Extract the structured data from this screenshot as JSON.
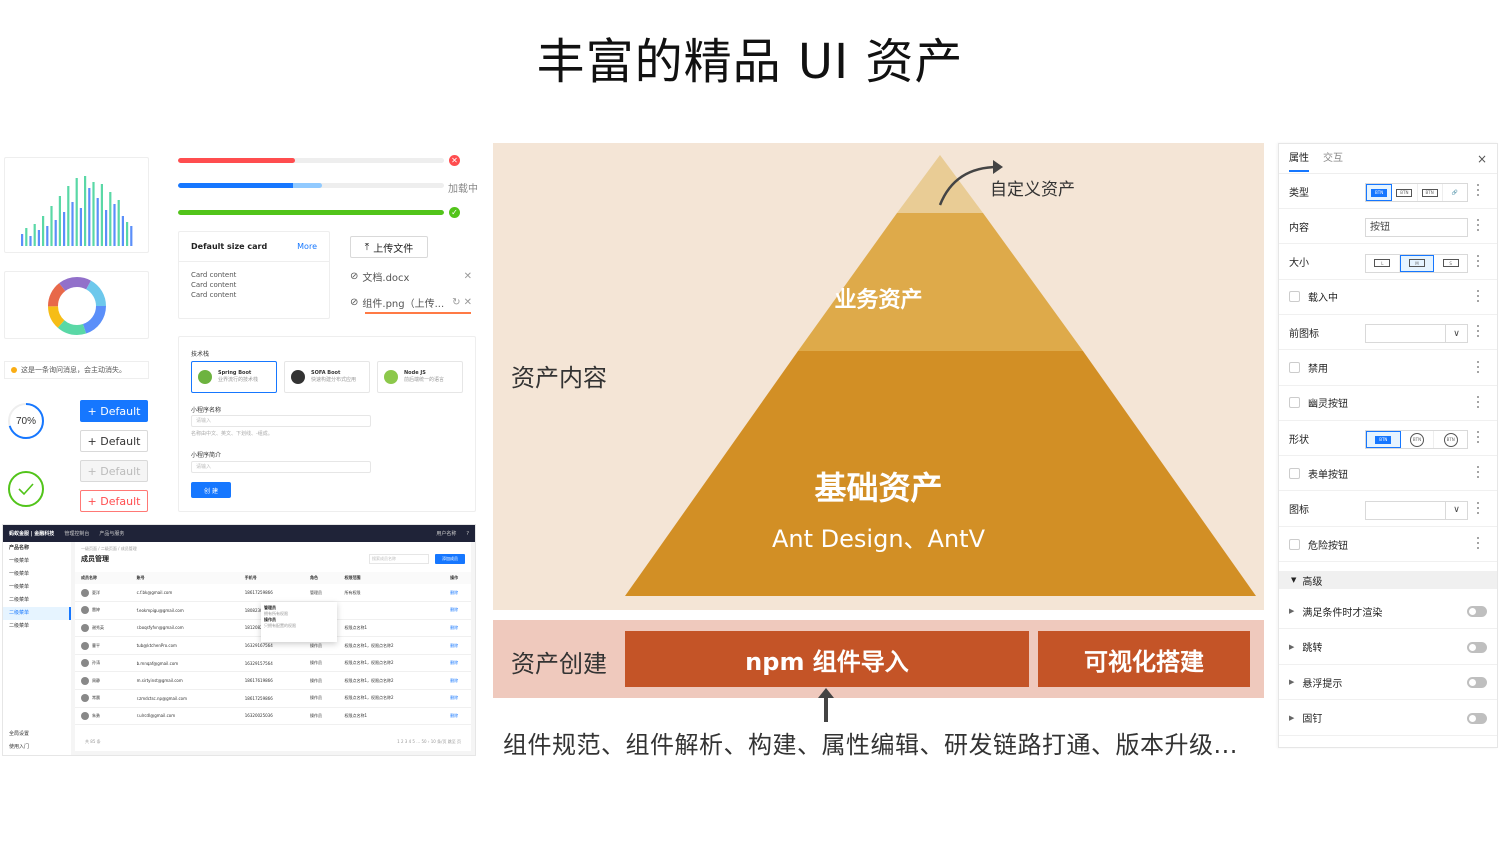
{
  "title": "丰富的精品 UI 资产",
  "collage": {
    "progress_loading": "加载中",
    "card": {
      "title": "Default size card",
      "more": "More",
      "lines": [
        "Card content",
        "Card content",
        "Card content"
      ]
    },
    "upload": {
      "button": "上传文件",
      "files": [
        "文档.docx",
        "组件.png（上传..."
      ]
    },
    "message": "这是一条询问消息，会主动消失。",
    "progress_circle": "70%",
    "buttons": [
      "+ Default",
      "+ Default",
      "+ Default",
      "+ Default"
    ],
    "form": {
      "tech_label": "技术栈",
      "tech": [
        {
          "name": "Spring Boot",
          "desc": "业界流行的技术栈",
          "color": "#6db33f"
        },
        {
          "name": "SOFA Boot",
          "desc": "快速构建分布式应用",
          "color": "#333333"
        },
        {
          "name": "Node JS",
          "desc": "前后端统一的语言",
          "color": "#8cc84b"
        }
      ],
      "name_label": "小程序名称",
      "name_placeholder": "请输入",
      "name_hint": "名称由中文、英文、下划线、-组成。",
      "intro_label": "小程序简介",
      "intro_placeholder": "请输入",
      "submit": "创 建"
    },
    "admin": {
      "brand": "蚂蚁金服 | 金融科技",
      "nav": [
        "管理控制台",
        "产品与服务"
      ],
      "user": "用户名称",
      "side_title": "产品名称",
      "side_items": [
        "一级菜单",
        "一级菜单",
        "一级菜单",
        "二级菜单",
        "二级菜单",
        "二级菜单"
      ],
      "side_bottom": [
        "全局设置",
        "使用入门"
      ],
      "breadcrumb": "一级页面 / 二级页面 / 成员管理",
      "page_title": "成员管理",
      "search_placeholder": "搜索成员名称",
      "add_button": "添加成员",
      "columns": [
        "成员名称",
        "账号",
        "手机号",
        "角色",
        "权限范围",
        "操作"
      ],
      "rows": [
        [
          "夏洋",
          "c.f.bk@gmail.com",
          "18617259866",
          "管理员",
          "所有权限",
          "删除"
        ],
        [
          "雷婷",
          "f.eokmpigu@gmail.com",
          "18082307723",
          "管理员",
          "",
          "删除"
        ],
        [
          "谢秀英",
          "r.boqsfyfvn@gmail.com",
          "18120821422",
          "操作员",
          "权限点名称1",
          "删除"
        ],
        [
          "曹平",
          "tub@ktchenPro.com",
          "16329167564",
          "操作员",
          "权限点名称1，权限点名称2",
          "删除"
        ],
        [
          "孙涛",
          "b.mnqaf@gmail.com",
          "16329157564",
          "操作员",
          "权限点名称1，权限点名称2",
          "删除"
        ],
        [
          "周静",
          "m.sirtyinst@gmail.com",
          "18617619866",
          "操作员",
          "权限点名称1，权限点名称2",
          "删除"
        ],
        [
          "常晨",
          "r.zmdctsc.np@gmail.com",
          "18617259866",
          "操作员",
          "权限点名称1，权限点名称2",
          "删除"
        ],
        [
          "朱勇",
          "r.ulrcdl@gmail.com",
          "16320025036",
          "操作员",
          "权限点名称1",
          "删除"
        ]
      ],
      "popup": [
        "管理员",
        "拥有所有权限",
        "操作员",
        "只拥有配置的权限"
      ],
      "total": "共 85 条",
      "pages": "1 2 3 4 5 … 50 › 10 条/页 跳至 页"
    }
  },
  "diagram": {
    "content_label": "资产内容",
    "custom": "自定义资产",
    "business": "业务资产",
    "base": "基础资产",
    "base_sub": "Ant Design、AntV",
    "create_label": "资产创建",
    "npm": "npm 组件导入",
    "visual": "可视化搭建",
    "bottom": "组件规范、组件解析、构建、属性编辑、研发链路打通、版本升级...",
    "colors": {
      "bg": "#f4e5d6",
      "top": "#e9cc95",
      "mid": "#deaa4a",
      "base": "#d28f25",
      "create": "#c45427"
    }
  },
  "panel": {
    "tabs": [
      "属性",
      "交互"
    ],
    "close": "×",
    "rows": [
      {
        "label": "类型",
        "kind": "seg",
        "options": [
          "BTN",
          "BTN",
          "BTN",
          "link-icon"
        ]
      },
      {
        "label": "内容",
        "kind": "input",
        "value": "按钮"
      },
      {
        "label": "大小",
        "kind": "seg",
        "options": [
          "L",
          "M",
          "S"
        ]
      },
      {
        "label": "载入中",
        "kind": "check"
      },
      {
        "label": "前图标",
        "kind": "select"
      },
      {
        "label": "禁用",
        "kind": "check"
      },
      {
        "label": "幽灵按钮",
        "kind": "check"
      },
      {
        "label": "形状",
        "kind": "seg",
        "options": [
          "BTN",
          "BTN",
          "BTN"
        ]
      },
      {
        "label": "表单按钮",
        "kind": "check"
      },
      {
        "label": "图标",
        "kind": "select"
      },
      {
        "label": "危险按钮",
        "kind": "check"
      }
    ],
    "advanced": "高级",
    "toggles": [
      "满足条件时才渲染",
      "跳转",
      "悬浮提示",
      "固钉"
    ]
  }
}
